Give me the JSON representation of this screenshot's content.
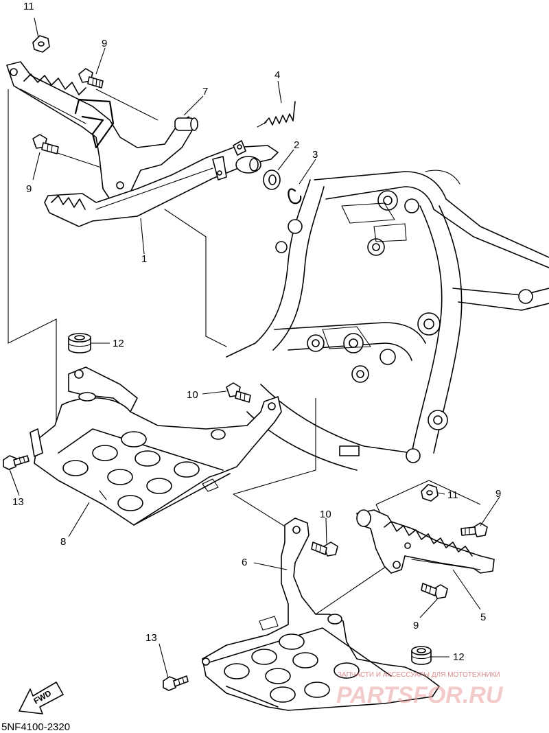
{
  "diagram": {
    "drawing_code": "5NF4100-2320",
    "direction_label": "FWD",
    "callouts": [
      "1",
      "2",
      "3",
      "4",
      "5",
      "6",
      "7",
      "8",
      "9",
      "9",
      "9",
      "9",
      "10",
      "10",
      "11",
      "11",
      "12",
      "12",
      "13",
      "13"
    ],
    "callout_1": "1",
    "callout_2": "2",
    "callout_3": "3",
    "callout_4": "4",
    "callout_5": "5",
    "callout_6": "6",
    "callout_7": "7",
    "callout_8": "8",
    "callout_9": "9",
    "callout_10": "10",
    "callout_11": "11",
    "callout_12": "12",
    "callout_13": "13"
  },
  "watermark": {
    "tagline": "ЗАПЧАСТИ И АКСЕССУАРЫ ДЛЯ МОТОТЕХНИКИ",
    "brand": "PARTSFOR.RU"
  }
}
